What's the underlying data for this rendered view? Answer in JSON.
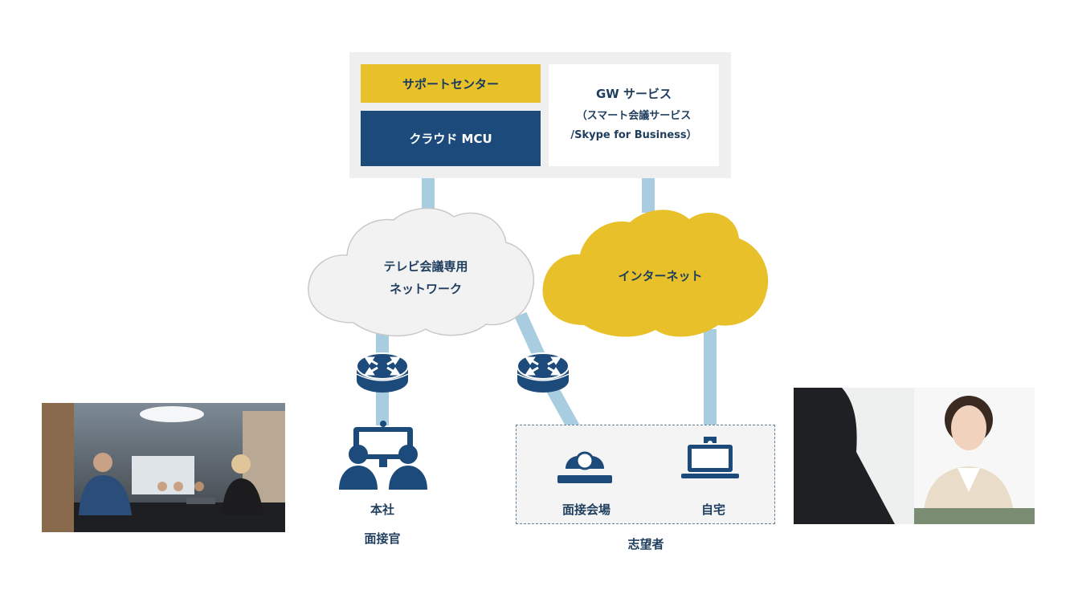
{
  "top_panel": {
    "support_center": "サポートセンター",
    "cloud_mcu": "クラウド MCU",
    "gw_service": {
      "line1": "GW サービス",
      "line2": "（スマート会議サービス",
      "line3": "/Skype for Business）"
    }
  },
  "clouds": {
    "tv_network": {
      "line1": "テレビ会議専用",
      "line2": "ネットワーク"
    },
    "internet": "インターネット"
  },
  "nodes": {
    "head_office": "本社",
    "interviewer": "面接官",
    "interview_venue": "面接会場",
    "home": "自宅",
    "applicant": "志望者"
  },
  "colors": {
    "navy": "#1c4a7a",
    "gold": "#e8c12a",
    "link": "#a8cde0",
    "cloud_grey": "#f2f2f2"
  }
}
